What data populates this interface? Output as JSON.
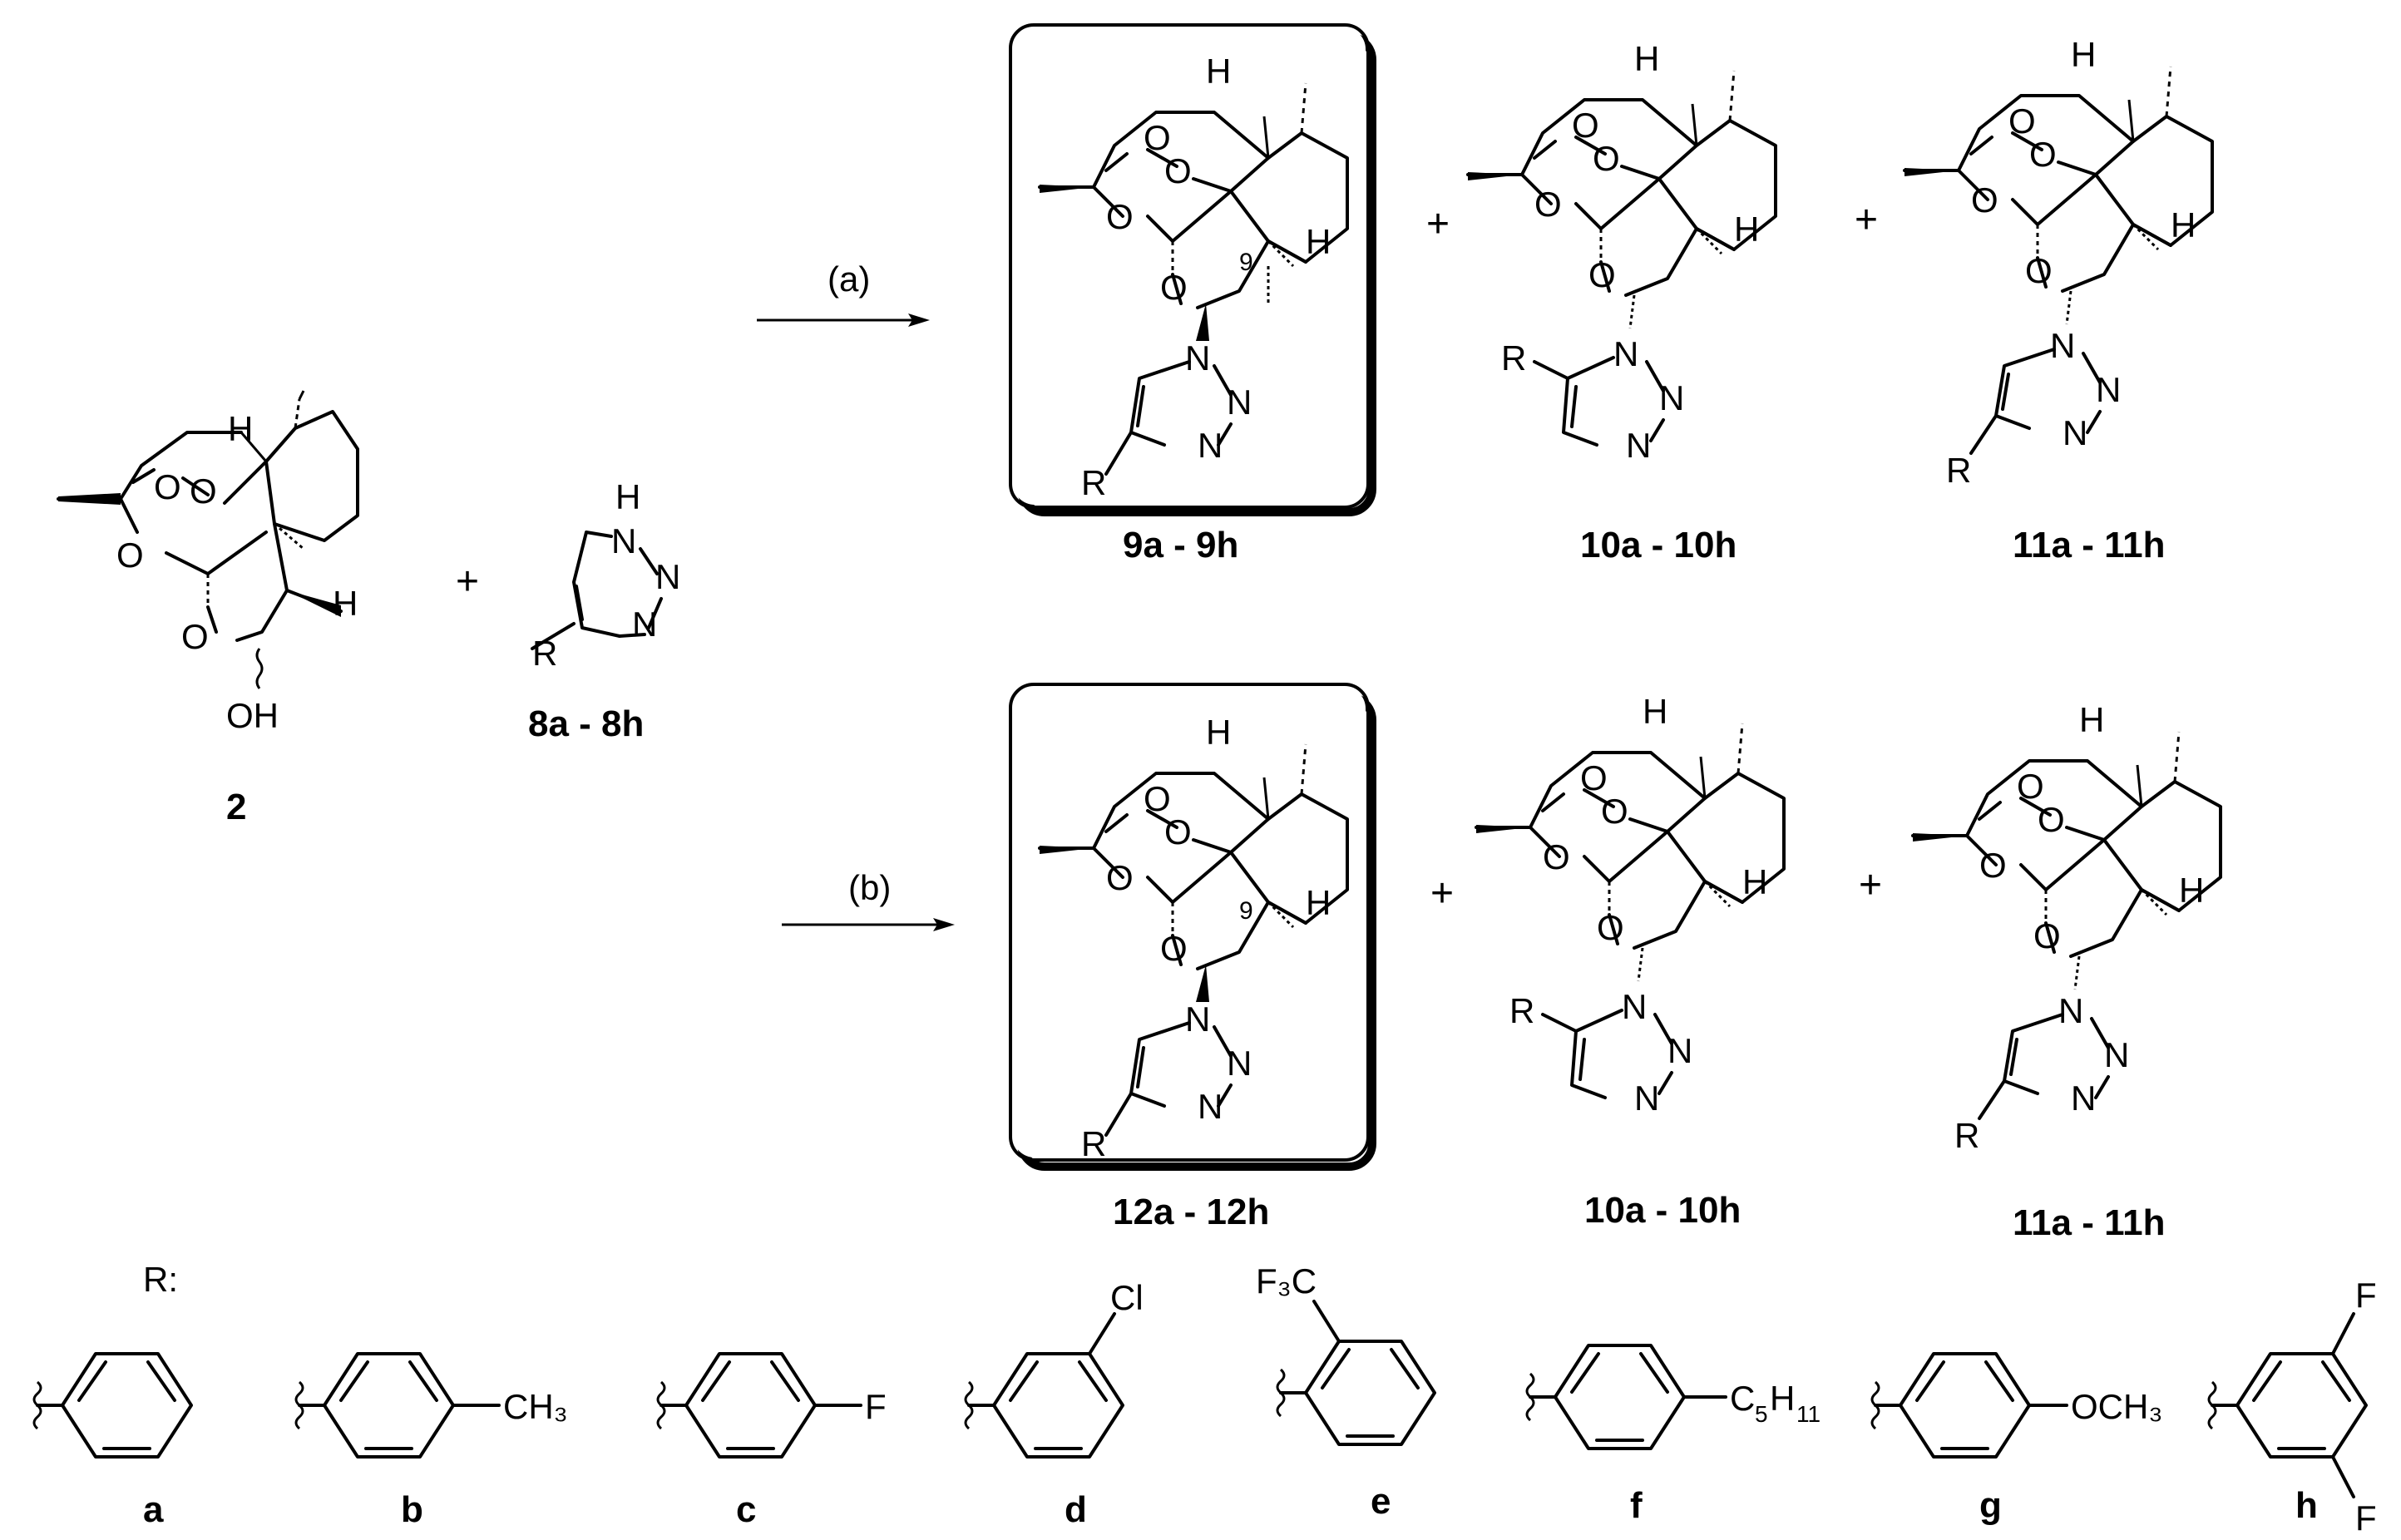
{
  "compounds": {
    "c2": "2",
    "c8": "8a - 8h",
    "c9": "9a - 9h",
    "c10": "10a - 10h",
    "c11": "11a - 11h",
    "c12": "12a - 12h"
  },
  "conditions": {
    "a": "(a)",
    "b": "(b)"
  },
  "plus": "+",
  "atoms": {
    "H": "H",
    "O": "O",
    "OH": "OH",
    "N": "N",
    "R": "R",
    "C9": "9"
  },
  "legend": {
    "header": "R:",
    "letters": [
      "a",
      "b",
      "c",
      "d",
      "e",
      "f",
      "g",
      "h"
    ],
    "substituents": {
      "b": "CH₃",
      "c": "F",
      "d": "Cl",
      "e": "F₃C",
      "f_main": "C",
      "f_sub1": "5",
      "f_h": "H",
      "f_sub2": "11",
      "g": "OCH₃",
      "h": "F"
    }
  }
}
